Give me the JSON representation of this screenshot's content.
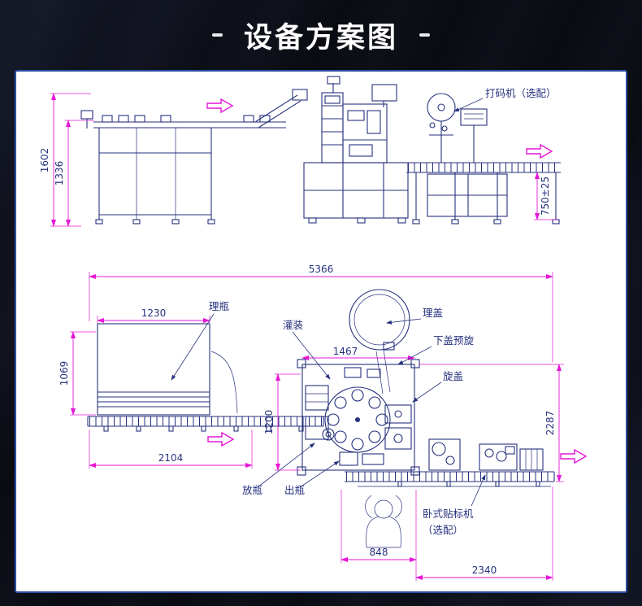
{
  "header": {
    "title": "设备方案图"
  },
  "colors": {
    "background": "#06070c",
    "panel_border": "#2e4fa8",
    "line_color": "#27327e",
    "dimension_color": "#e617d6",
    "title_color": "#ffffff"
  },
  "side_view": {
    "dimensions": {
      "total_height": "1602",
      "table_height": "1336",
      "conveyor_height": "750±25"
    },
    "callouts": {
      "coder": "打码机（选配）"
    }
  },
  "plan_view": {
    "dimensions": {
      "total_length": "5366",
      "unscrambler_width": "1230",
      "unscrambler_depth": "1069",
      "infeed_length": "2104",
      "monoblock_width": "1467",
      "monoblock_depth": "1200",
      "line_depth": "2287",
      "operator_section_length": "848",
      "labeler_section_length": "2340"
    },
    "callouts": {
      "unscrambler": "理瓶",
      "filling": "灌装",
      "cap_sorter": "理盖",
      "cap_prerotate": "下盖预旋",
      "capping": "旋盖",
      "bottle_place": "放瓶",
      "bottle_out": "出瓶",
      "labeler_line1": "卧式贴标机",
      "labeler_line2": "（选配）"
    }
  }
}
